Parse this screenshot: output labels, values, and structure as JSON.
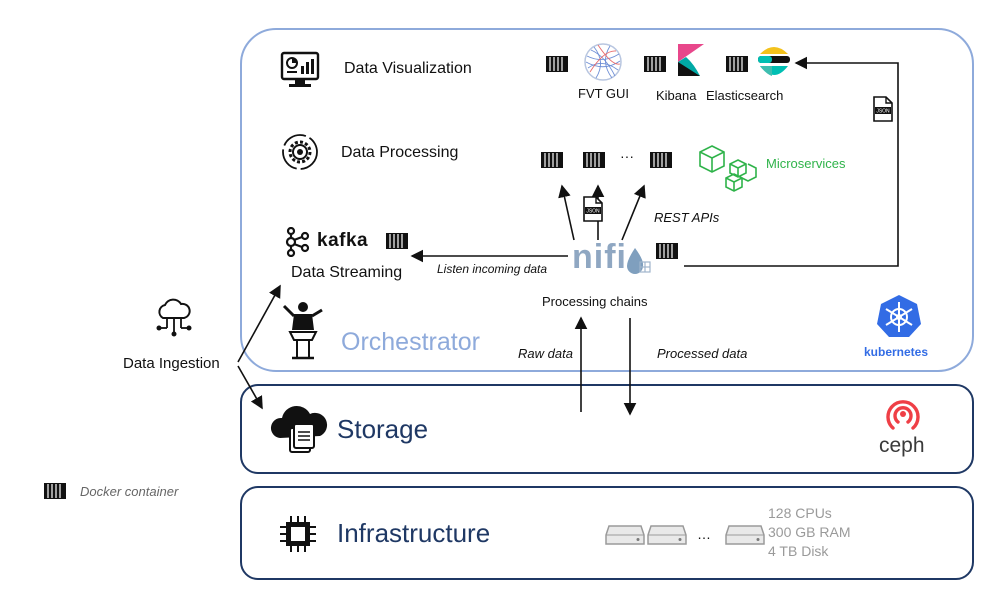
{
  "layers": {
    "data_visualization": "Data Visualization",
    "data_processing": "Data Processing",
    "kafka": "kafka",
    "data_streaming": "Data Streaming",
    "orchestrator": "Orchestrator",
    "storage": "Storage",
    "infrastructure": "Infrastructure",
    "data_ingestion": "Data Ingestion"
  },
  "tools": {
    "fvt_gui": "FVT GUI",
    "kibana": "Kibana",
    "elasticsearch": "Elasticsearch",
    "microservices": "Microservices",
    "nifi": "nifi",
    "processing_chains": "Processing chains",
    "kubernetes": "kubernetes",
    "ceph": "ceph",
    "ellipsis": "···",
    "server_ellipsis": "…"
  },
  "arrow_labels": {
    "rest_apis": "REST APIs",
    "listen_incoming": "Listen incoming data",
    "raw_data": "Raw data",
    "processed_data": "Processed data",
    "json": "JSON"
  },
  "infra_specs": {
    "cpus": "128 CPUs",
    "ram": "300 GB RAM",
    "disk": "4 TB Disk"
  },
  "legend": {
    "docker_container": "Docker container"
  },
  "colors": {
    "orchestrator_border": "#8eaadb",
    "layer_border": "#1f3864",
    "orchestrator_text": "#8eaadb",
    "microservices": "#2fb34a",
    "kubernetes": "#326ce5",
    "ceph": "#ef3f46",
    "kibana": "#e8478b",
    "elastic": "#00bfb3"
  }
}
